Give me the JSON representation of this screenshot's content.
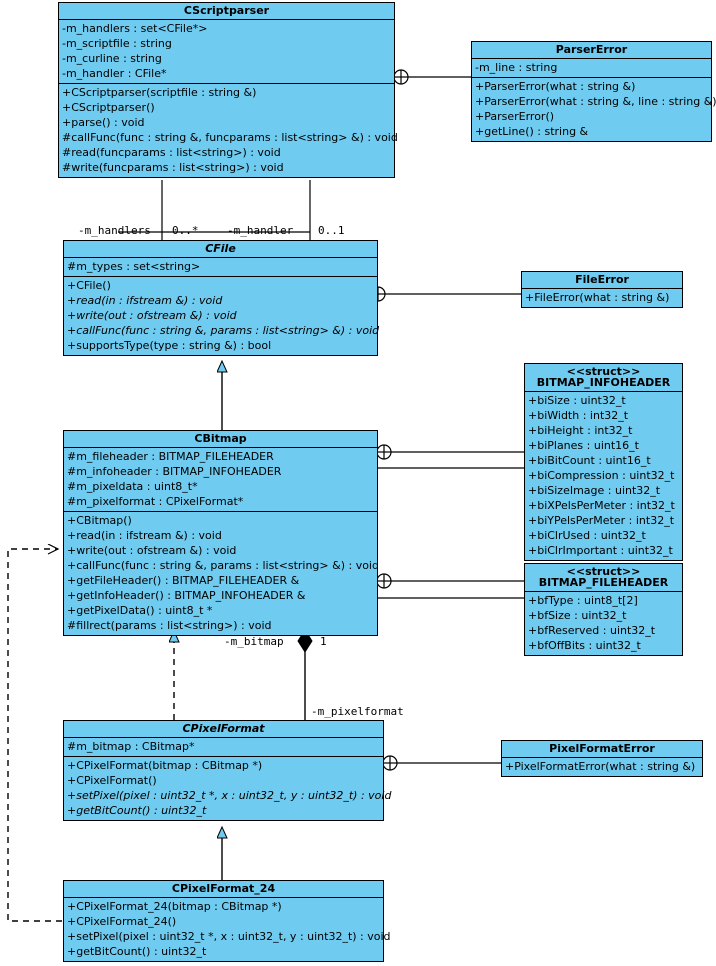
{
  "diagram": {
    "type": "uml-class-diagram",
    "background": "#ffffff",
    "class_fill": "#6fcbf0",
    "stroke": "#000000",
    "classes": [
      {
        "id": "cscriptparser",
        "name": "CScriptparser",
        "abstract": false,
        "stereotype": "",
        "attributes": [
          "-m_handlers : set<CFile*>",
          "-m_scriptfile : string",
          "-m_curline : string",
          "-m_handler : CFile*"
        ],
        "operations": [
          "+CScriptparser(scriptfile : string &)",
          "+CScriptparser()",
          "+parse() : void",
          "#callFunc(func : string &, funcparams : list<string> &) : void",
          "#read(funcparams : list<string>) : void",
          "#write(funcparams : list<string>) : void"
        ],
        "operations_italic": [
          false,
          false,
          false,
          false,
          false,
          false
        ]
      },
      {
        "id": "parsererror",
        "name": "ParserError",
        "abstract": false,
        "stereotype": "",
        "attributes": [
          "-m_line : string"
        ],
        "operations": [
          "+ParserError(what : string &)",
          "+ParserError(what : string &, line : string &)",
          "+ParserError()",
          "+getLine() : string &"
        ],
        "operations_italic": [
          false,
          false,
          false,
          false
        ]
      },
      {
        "id": "cfile",
        "name": "CFile",
        "abstract": true,
        "stereotype": "",
        "attributes": [
          "#m_types : set<string>"
        ],
        "operations": [
          "+CFile()",
          "+read(in : ifstream &) : void",
          "+write(out : ofstream &) : void",
          "+callFunc(func : string &, params : list<string> &) : void",
          "+supportsType(type : string &) : bool"
        ],
        "operations_italic": [
          false,
          true,
          true,
          true,
          false
        ]
      },
      {
        "id": "fileerror",
        "name": "FileError",
        "abstract": false,
        "stereotype": "",
        "attributes": [],
        "operations": [
          "+FileError(what : string &)"
        ],
        "operations_italic": [
          false
        ]
      },
      {
        "id": "cbitmap",
        "name": "CBitmap",
        "abstract": false,
        "stereotype": "",
        "attributes": [
          "#m_fileheader : BITMAP_FILEHEADER",
          "#m_infoheader : BITMAP_INFOHEADER",
          "#m_pixeldata : uint8_t*",
          "#m_pixelformat : CPixelFormat*"
        ],
        "operations": [
          "+CBitmap()",
          "+read(in : ifstream &) : void",
          "+write(out : ofstream &) : void",
          "+callFunc(func : string &, params : list<string> &) : void",
          "+getFileHeader() : BITMAP_FILEHEADER &",
          "+getInfoHeader() : BITMAP_INFOHEADER &",
          "+getPixelData() : uint8_t *",
          "#fillrect(params : list<string>) : void"
        ],
        "operations_italic": [
          false,
          false,
          false,
          false,
          false,
          false,
          false,
          false
        ]
      },
      {
        "id": "bitmap_infoheader",
        "name": "BITMAP_INFOHEADER",
        "abstract": false,
        "stereotype": "<<struct>>",
        "attributes": [
          "+biSize : uint32_t",
          "+biWidth : int32_t",
          "+biHeight : int32_t",
          "+biPlanes : uint16_t",
          "+biBitCount : uint16_t",
          "+biCompression : uint32_t",
          "+biSizeImage : uint32_t",
          "+biXPelsPerMeter : int32_t",
          "+biYPelsPerMeter : int32_t",
          "+biClrUsed : uint32_t",
          "+biClrImportant : uint32_t"
        ],
        "operations": [],
        "operations_italic": []
      },
      {
        "id": "bitmap_fileheader",
        "name": "BITMAP_FILEHEADER",
        "abstract": false,
        "stereotype": "<<struct>>",
        "attributes": [
          "+bfType : uint8_t[2]",
          "+bfSize : uint32_t",
          "+bfReserved : uint32_t",
          "+bfOffBits : uint32_t"
        ],
        "operations": [],
        "operations_italic": []
      },
      {
        "id": "cpixelformat",
        "name": "CPixelFormat",
        "abstract": true,
        "stereotype": "",
        "attributes": [
          "#m_bitmap : CBitmap*"
        ],
        "operations": [
          "+CPixelFormat(bitmap : CBitmap *)",
          "+CPixelFormat()",
          "+setPixel(pixel : uint32_t *, x : uint32_t, y : uint32_t) : void",
          "+getBitCount() : uint32_t"
        ],
        "operations_italic": [
          false,
          false,
          true,
          true
        ]
      },
      {
        "id": "pixelformaterror",
        "name": "PixelFormatError",
        "abstract": false,
        "stereotype": "",
        "attributes": [],
        "operations": [
          "+PixelFormatError(what : string &)"
        ],
        "operations_italic": [
          false
        ]
      },
      {
        "id": "cpixelformat24",
        "name": "CPixelFormat_24",
        "abstract": false,
        "stereotype": "",
        "attributes": [],
        "operations": [
          "+CPixelFormat_24(bitmap : CBitmap *)",
          "+CPixelFormat_24()",
          "+setPixel(pixel : uint32_t *, x : uint32_t, y : uint32_t) : void",
          "+getBitCount() : uint32_t"
        ],
        "operations_italic": [
          false,
          false,
          false,
          false
        ]
      }
    ],
    "edge_labels": {
      "handlers_role": "-m_handlers",
      "handlers_mult": "0..*",
      "handler_role": "-m_handler",
      "handler_mult": "0..1",
      "bitmap_role": "-m_bitmap",
      "bitmap_mult": "1",
      "pixelformat_role": "-m_pixelformat"
    },
    "relationships": [
      {
        "from": "CScriptparser",
        "to": "ParserError",
        "kind": "nested-classifier"
      },
      {
        "from": "CScriptparser",
        "to": "CFile",
        "kind": "association",
        "from_role": "-m_handlers",
        "from_mult": "0..*",
        "to_role": "-m_handler",
        "to_mult": "0..1"
      },
      {
        "from": "CFile",
        "to": "FileError",
        "kind": "nested-classifier"
      },
      {
        "from": "CBitmap",
        "to": "CFile",
        "kind": "generalization"
      },
      {
        "from": "CBitmap",
        "to": "BITMAP_INFOHEADER",
        "kind": "nested-classifier"
      },
      {
        "from": "CBitmap",
        "to": "BITMAP_FILEHEADER",
        "kind": "nested-classifier"
      },
      {
        "from": "CBitmap",
        "to": "CPixelFormat",
        "kind": "composition",
        "from_role": "-m_bitmap",
        "from_mult": "1",
        "to_role": "-m_pixelformat"
      },
      {
        "from": "CPixelFormat",
        "to": "CBitmap",
        "kind": "realization-dashed"
      },
      {
        "from": "CPixelFormat",
        "to": "PixelFormatError",
        "kind": "nested-classifier"
      },
      {
        "from": "CPixelFormat_24",
        "to": "CPixelFormat",
        "kind": "generalization"
      },
      {
        "from": "CPixelFormat_24",
        "to": "CBitmap",
        "kind": "dependency-dashed"
      }
    ]
  }
}
